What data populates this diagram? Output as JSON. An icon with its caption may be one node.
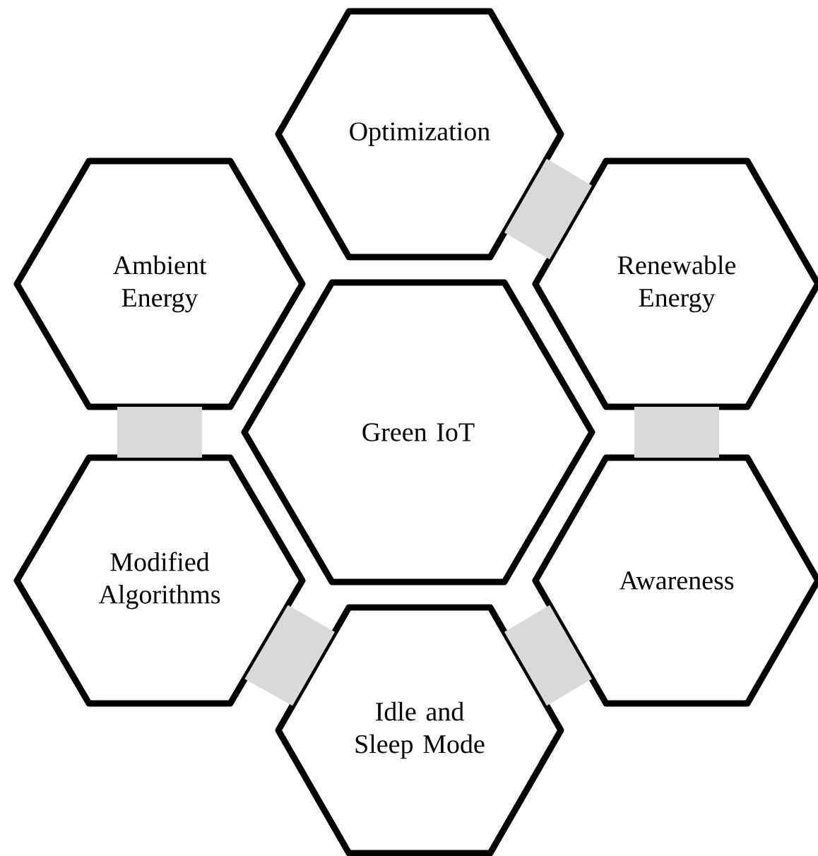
{
  "diagram": {
    "nodes": [
      {
        "text": [
          "Optimization"
        ]
      },
      {
        "text": [
          "Renewable Energy"
        ]
      },
      {
        "text": [
          "Awareness"
        ]
      },
      {
        "text": [
          "Idle and Sleep Mode"
        ]
      },
      {
        "text": [
          "Modified Algorithms"
        ]
      },
      {
        "text": [
          "Ambient Energy"
        ]
      },
      {
        "text": [
          "Green IoT"
        ]
      }
    ],
    "edges": [
      {
        "from": 0,
        "to": 1,
        "arrow": "none"
      },
      {
        "from": 1,
        "to": 2,
        "arrow": "none"
      },
      {
        "from": 2,
        "to": 3,
        "arrow": "none"
      },
      {
        "from": 3,
        "to": 4,
        "arrow": "none"
      },
      {
        "from": 4,
        "to": 5,
        "arrow": "none"
      }
    ]
  }
}
